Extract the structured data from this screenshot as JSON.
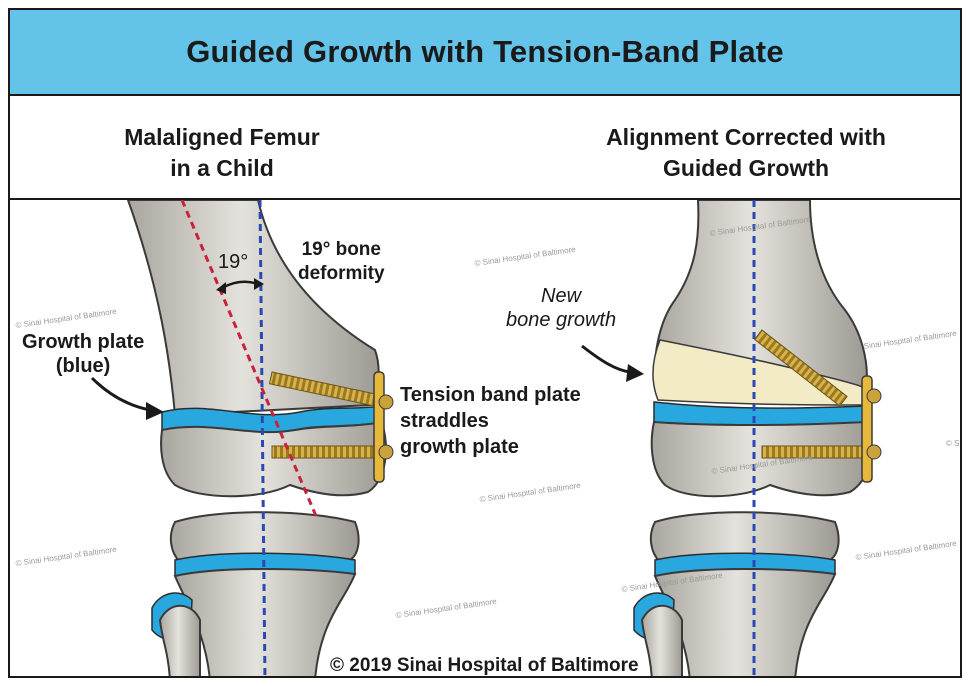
{
  "title": "Guided Growth with Tension-Band Plate",
  "panels": {
    "left_heading": "Malaligned Femur\nin a Child",
    "right_heading": "Alignment Corrected with\nGuided Growth"
  },
  "labels": {
    "angle": "19°",
    "deformity": "19° bone\ndeformity",
    "growth_plate": "Growth plate\n(blue)",
    "tension_plate": "Tension band plate\nstraddles\ngrowth plate",
    "new_bone": "New\nbone growth"
  },
  "watermarks": [
    "© Sinai Hospital of Baltimore",
    "© S"
  ],
  "copyright": "© 2019 Sinai Hospital of Baltimore",
  "colors": {
    "title_bar": "#64c3e8",
    "growth_plate": "#29a8e0",
    "bone": "#d6d3cc",
    "new_bone": "#f3ebc6",
    "plate": "#e6b93a",
    "deformity_line": "#c8223c",
    "axis_line": "#2b49b3"
  }
}
